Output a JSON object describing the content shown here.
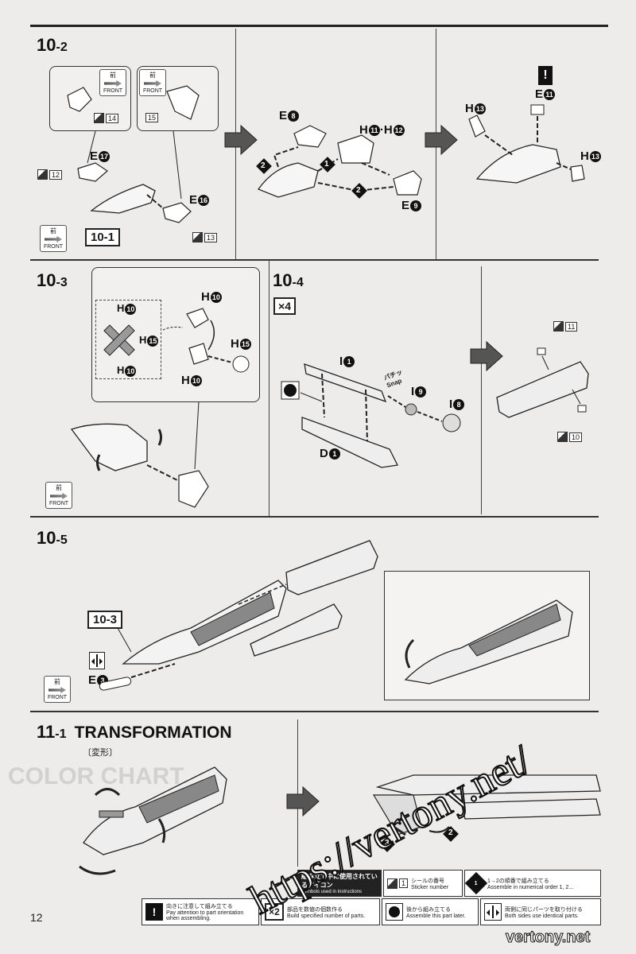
{
  "steps": {
    "s10_2": {
      "major": "10",
      "minor": "-2"
    },
    "s10_3": {
      "major": "10",
      "minor": "-3"
    },
    "s10_4": {
      "major": "10",
      "minor": "-4",
      "multiplier": "×4"
    },
    "s10_5": {
      "major": "10",
      "minor": "-5"
    },
    "s11_1": {
      "major": "11",
      "minor": "-1",
      "title": "TRANSFORMATION",
      "title_jp": "〔変形〕"
    }
  },
  "labels": {
    "front_jp": "前",
    "front_en": "FRONT",
    "snap": "Snap",
    "snap_jp": "パチッ"
  },
  "parts_10_2": {
    "e17": "E",
    "e17n": "17",
    "e16": "E",
    "e16n": "16",
    "e8": "E",
    "e8n": "8",
    "h11h12": "H",
    "h11n": "11",
    "dot": "·",
    "h12": "H",
    "h12n": "12",
    "e9": "E",
    "e9n": "9",
    "e11": "E",
    "e11n": "11",
    "h13a": "H",
    "h13an": "13",
    "h13b": "H",
    "h13bn": "13",
    "ref": "10-1",
    "order1": "1",
    "order2a": "2",
    "order2b": "2"
  },
  "stickers_10_2": [
    "14",
    "15",
    "12",
    "13"
  ],
  "parts_10_3": {
    "h10a": "H",
    "h10an": "10",
    "h15a": "H",
    "h15an": "15",
    "h10b": "H",
    "h10bn": "10",
    "h10c": "H",
    "h10cn": "10",
    "h15b": "H",
    "h15bn": "15",
    "h10d": "H",
    "h10dn": "10"
  },
  "parts_10_4": {
    "i1": "I",
    "i1n": "1",
    "i9": "I",
    "i9n": "9",
    "i8": "I",
    "i8n": "8",
    "d1": "D",
    "d1n": "1"
  },
  "stickers_10_4": [
    "11",
    "10"
  ],
  "parts_10_5": {
    "ref": "10-3",
    "e3": "E",
    "e3n": "3"
  },
  "parts_11_1": {
    "o2": "2",
    "o3": "3"
  },
  "legend": {
    "header_jp": "組み立て中に使用されているアイコン",
    "header_en": "Symbols used in instructions",
    "sticker_jp": "シールの番号",
    "sticker_en": "Sticker number",
    "sticker_num": "1",
    "order_jp": "1→2の順番で組み立てる",
    "order_en": "Assemble in numerical order 1, 2...",
    "order_icon": "1",
    "attention_jp": "向きに注意して組み立てる",
    "attention_en": "Pay attention to part orientation when assembling.",
    "attention_icon": "!",
    "multiply_jp": "部品を数値の個数作る",
    "multiply_en": "Build specified number of parts.",
    "multiply_icon": "×2",
    "later_jp": "後から組み立てる",
    "later_en": "Assemble this part later.",
    "both_jp": "両側に同じパーツを取り付ける",
    "both_en": "Both sides use identical parts."
  },
  "page_number": "12",
  "watermark": "https://vertony.net/",
  "footer_watermark": "vertony.net"
}
